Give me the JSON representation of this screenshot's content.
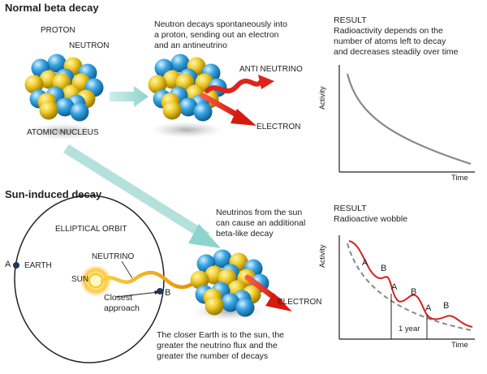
{
  "headings": {
    "normal": "Normal beta decay",
    "sun": "Sun-induced decay"
  },
  "normal": {
    "proton": "PROTON",
    "neutron": "NEUTRON",
    "nucleus": "ATOMIC NUCLEUS",
    "decay_line1": "Neutron decays spontaneously into",
    "decay_line2": "a proton, sending out an electron",
    "decay_line3": "and an antineutrino",
    "anti_neutrino": "ANTI NEUTRINO",
    "electron": "ELECTRON"
  },
  "sun": {
    "orbit": "ELLIPTICAL ORBIT",
    "earth": "EARTH",
    "a": "A",
    "b": "B",
    "sun": "SUN",
    "neutrino": "NEUTRINO",
    "closest1": "Closest",
    "closest2": "approach",
    "from_sun1": "Neutrinos from the sun",
    "from_sun2": "can cause an additional",
    "from_sun3": "beta-like decay",
    "electron": "ELECTRON",
    "closer1": "The closer Earth is to the sun, the",
    "closer2": "greater the neutrino flux and the",
    "closer3": "greater the number of decays"
  },
  "result1": {
    "title": "RESULT",
    "line1_pre": "Radioactivity ",
    "line1_bold": "depends on the",
    "line2": "number of atoms left to decay",
    "line3": "and decreases steadily over time",
    "ylabel": "Activity",
    "xlabel": "Time"
  },
  "result2": {
    "title": "RESULT",
    "subtitle": "Radioactive wobble",
    "ylabel": "Activity",
    "xlabel": "Time",
    "year": "1 year",
    "marks": [
      "A",
      "B",
      "A",
      "B",
      "A",
      "B"
    ]
  },
  "colors": {
    "proton": "#f0cc2a",
    "neutron": "#3aa6e3",
    "arrow_red": "#e0231b",
    "teal_arrow": "#8fd3cd",
    "neutrino": "#f2a200",
    "wobble": "#d42020",
    "decay_curve": "#888888"
  }
}
